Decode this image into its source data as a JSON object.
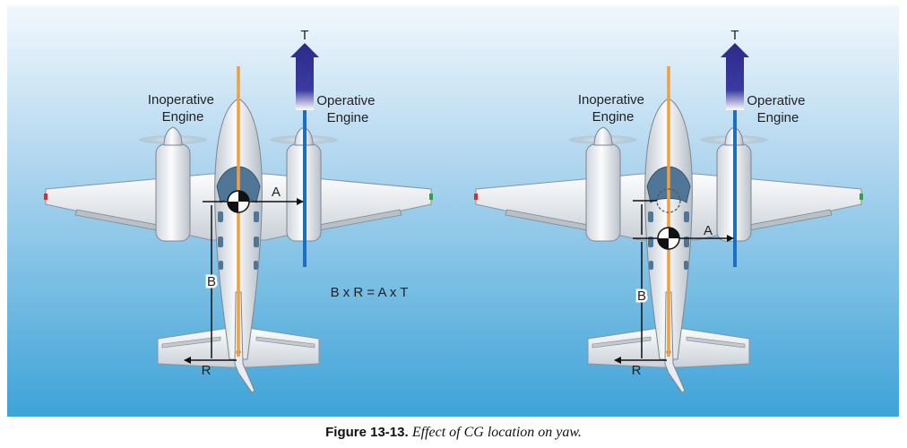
{
  "caption": {
    "number": "Figure 13-13.",
    "text": "Effect of CG location on yaw."
  },
  "colors": {
    "sky_top": "#eef6fc",
    "sky_bottom": "#3ea3d8",
    "thrust_arrow": "#2b2b8c",
    "thrust_line": "#1a6fc4",
    "centerline": "#f0a040",
    "airframe": "#e9edf1",
    "canopy": "#4f7696",
    "dimension": "#111111"
  },
  "diagrams": [
    {
      "label_inoperative_1": "Inoperative",
      "label_inoperative_2": "Engine",
      "label_operative_1": "Operative",
      "label_operative_2": "Engine",
      "label_thrust": "T",
      "label_a": "A",
      "label_b": "B",
      "label_r": "R",
      "equation": "B x R = A x T"
    },
    {
      "label_inoperative_1": "Inoperative",
      "label_inoperative_2": "Engine",
      "label_operative_1": "Operative",
      "label_operative_2": "Engine",
      "label_thrust": "T",
      "label_a": "A",
      "label_b": "B",
      "label_r": "R"
    }
  ]
}
